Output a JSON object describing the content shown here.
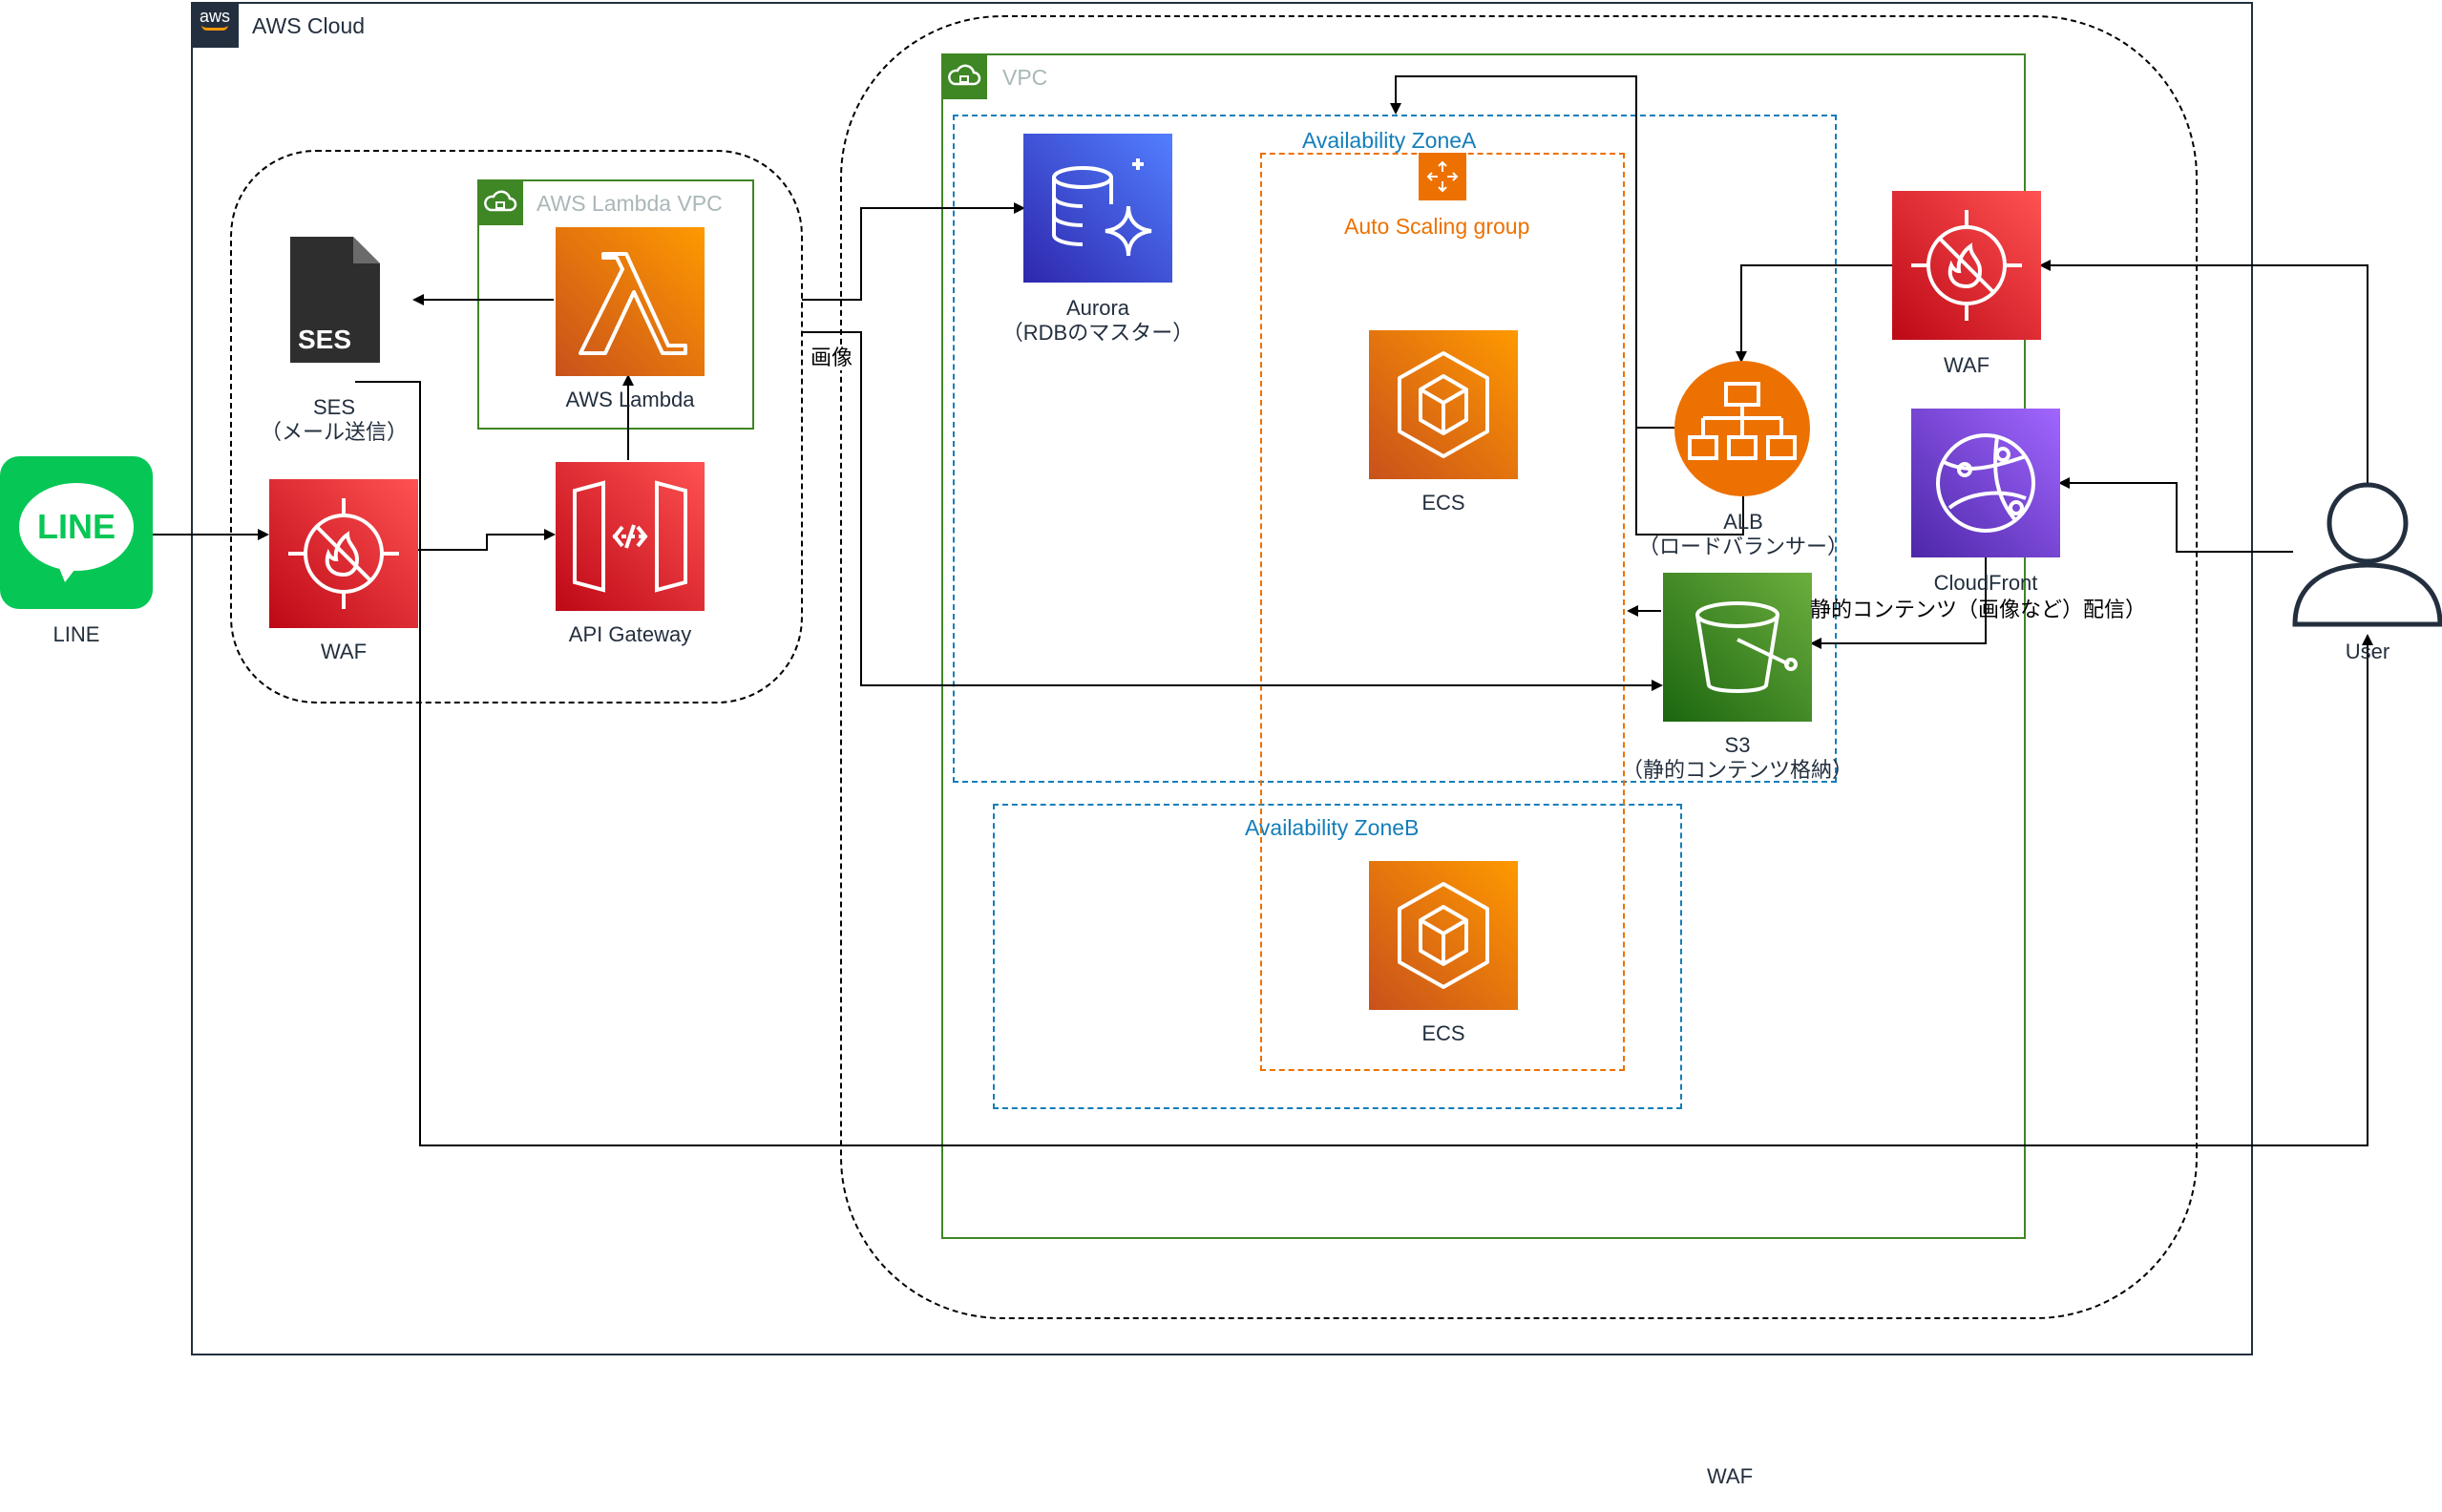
{
  "groups": {
    "aws_cloud": "AWS Cloud",
    "vpc": "VPC",
    "lambda_vpc": "AWS Lambda VPC",
    "az_a": "Availability ZoneA",
    "az_b": "Availability ZoneB",
    "asg": "Auto Scaling group"
  },
  "nodes": {
    "line": "LINE",
    "waf_left": "WAF",
    "api_gateway": "API Gateway",
    "lambda": "AWS Lambda",
    "ses_icon_text": "SES",
    "ses_line1": "SES",
    "ses_line2": "（メール送信）",
    "aurora_line1": "Aurora",
    "aurora_line2": "（RDBのマスター）",
    "ecs_a": "ECS",
    "ecs_b": "ECS",
    "alb_line1": "ALB",
    "alb_line2": "（ロードバランサー）",
    "s3_line1": "S3",
    "s3_line2": "（静的コンテンツ格納）",
    "waf_right": "WAF",
    "cloudfront": "CloudFront",
    "user": "User",
    "waf_bottom": "WAF"
  },
  "edge_labels": {
    "image": "画像",
    "static_delivery": "静的コンテンツ（画像など）配信）"
  },
  "colors": {
    "security_red": "#dd344c",
    "compute_orange": "#ed7100",
    "database_blue": "#3f51e0",
    "storage_green": "#3f8624",
    "network_purple": "#8c4fff",
    "line_green": "#06c755",
    "vpc_green": "#3f8624",
    "az_blue": "#147eba",
    "asg_orange": "#ed7100"
  }
}
